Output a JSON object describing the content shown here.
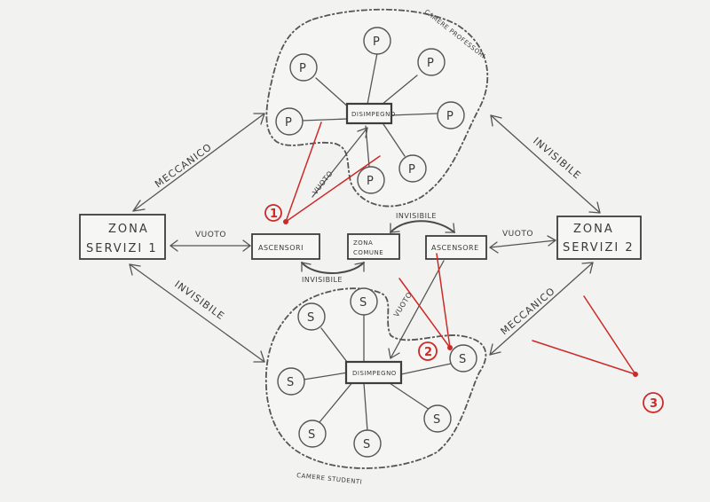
{
  "nodes": {
    "zona_servizi_1": {
      "line1": "ZONA",
      "line2": "SERVIZI 1"
    },
    "zona_servizi_2": {
      "line1": "ZONA",
      "line2": "SERVIZI 2"
    },
    "ascensori_left": "ASCENSORI",
    "zona_comune": {
      "line1": "ZONA",
      "line2": "COMUNE"
    },
    "ascensore_right": "ASCENSORE",
    "disimpegno_top": "DISIMPEGNO",
    "disimpegno_bottom": "DISIMPEGNO"
  },
  "areas": {
    "top": "CAMERE PROFESSORI",
    "bottom": "CAMERE STUDENTI"
  },
  "rooms": {
    "professori_letter": "P",
    "studenti_letter": "S"
  },
  "edges": {
    "meccanico_left": "MECCANICO",
    "meccanico_right": "MECCANICO",
    "invisibile_left": "INVISIBILE",
    "invisibile_right": "INVISIBILE",
    "invisibile_top": "INVISIBILE",
    "invisibile_bottom": "INVISIBILE",
    "vuoto_left": "VUOTO",
    "vuoto_right": "VUOTO",
    "vuoto_top": "VUOTO",
    "vuoto_bottom": "VUOTO"
  },
  "markers": [
    "1",
    "2",
    "3"
  ],
  "colors": {
    "pencil": "#555555",
    "annotation": "#cc2a28",
    "paper": "#f2f2f1"
  }
}
